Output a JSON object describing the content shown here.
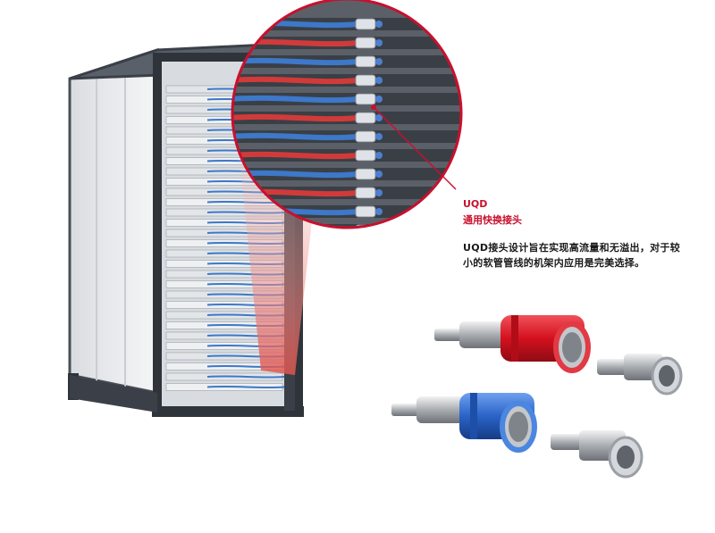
{
  "callout": {
    "title": "UQD",
    "subtitle": "通用快换接头",
    "description": "UQD接头设计旨在实现高流量和无溢出，对于较小的软管管线的机架内应用是完美选择。"
  },
  "colors": {
    "accent_red": "#c8102e",
    "rack_frame": "#3b4048",
    "hose_blue": "#3d78c9",
    "hose_red": "#d23a3a",
    "coupler_red": "#d8202c",
    "coupler_blue": "#2a63c6"
  },
  "icons": {
    "rack": "server-rack-illustration",
    "magnifier": "zoom-circle",
    "couplers": "quick-disconnect-couplings"
  }
}
